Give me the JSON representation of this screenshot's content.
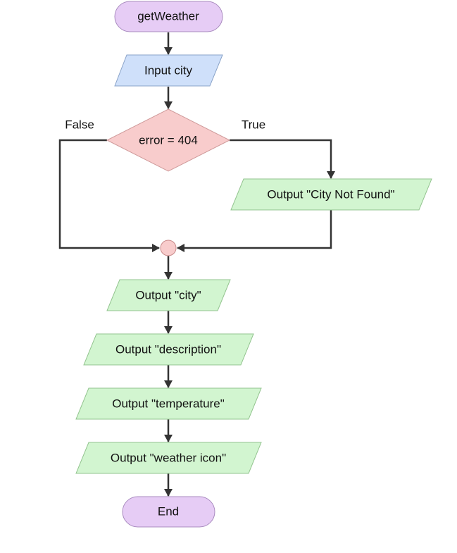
{
  "diagram": {
    "nodes": {
      "start": {
        "label": "getWeather",
        "shape": "terminal"
      },
      "input_city": {
        "label": "Input city",
        "shape": "parallelogram"
      },
      "decision": {
        "label": "error = 404",
        "shape": "diamond"
      },
      "not_found": {
        "label": "Output \"City Not Found\"",
        "shape": "parallelogram"
      },
      "merge": {
        "label": "",
        "shape": "connector"
      },
      "out_city": {
        "label": "Output \"city\"",
        "shape": "parallelogram"
      },
      "out_description": {
        "label": "Output \"description\"",
        "shape": "parallelogram"
      },
      "out_temperature": {
        "label": "Output \"temperature\"",
        "shape": "parallelogram"
      },
      "out_weather_icon": {
        "label": "Output \"weather icon\"",
        "shape": "parallelogram"
      },
      "end": {
        "label": "End",
        "shape": "terminal"
      }
    },
    "branch_labels": {
      "false": "False",
      "true": "True"
    },
    "colors": {
      "terminal_fill": "#e6ccf5",
      "terminal_stroke": "#a98bbf",
      "input_fill": "#cfe0fa",
      "input_stroke": "#8aa3c8",
      "decision_fill": "#f8cccc",
      "decision_stroke": "#cf9a9a",
      "output_fill": "#d2f5d0",
      "output_stroke": "#93c48f",
      "connector_fill": "#f8cccc",
      "connector_stroke": "#c98a8a",
      "edge": "#333333"
    }
  }
}
